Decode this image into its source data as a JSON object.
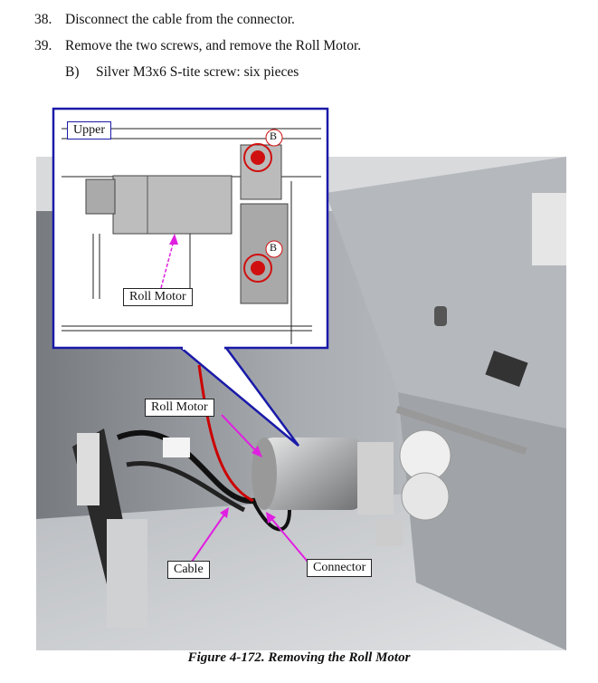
{
  "steps": [
    {
      "number": "38.",
      "text": "Disconnect the cable from the connector."
    },
    {
      "number": "39.",
      "text": "Remove the two screws, and remove the Roll Motor."
    }
  ],
  "sub_item": {
    "marker": "B)",
    "text": "Silver M3x6 S-tite screw: six pieces"
  },
  "figure": {
    "inset_labels": {
      "orientation": "Upper",
      "part": "Roll Motor",
      "screw_marker": "B"
    },
    "photo_labels": {
      "roll_motor": "Roll Motor",
      "cable": "Cable",
      "connector": "Connector"
    },
    "caption": "Figure 4-172.  Removing the Roll Motor",
    "colors": {
      "callout_border": "#1a1aa8",
      "arrow": "#e020e0",
      "screw": "#d01010"
    }
  }
}
